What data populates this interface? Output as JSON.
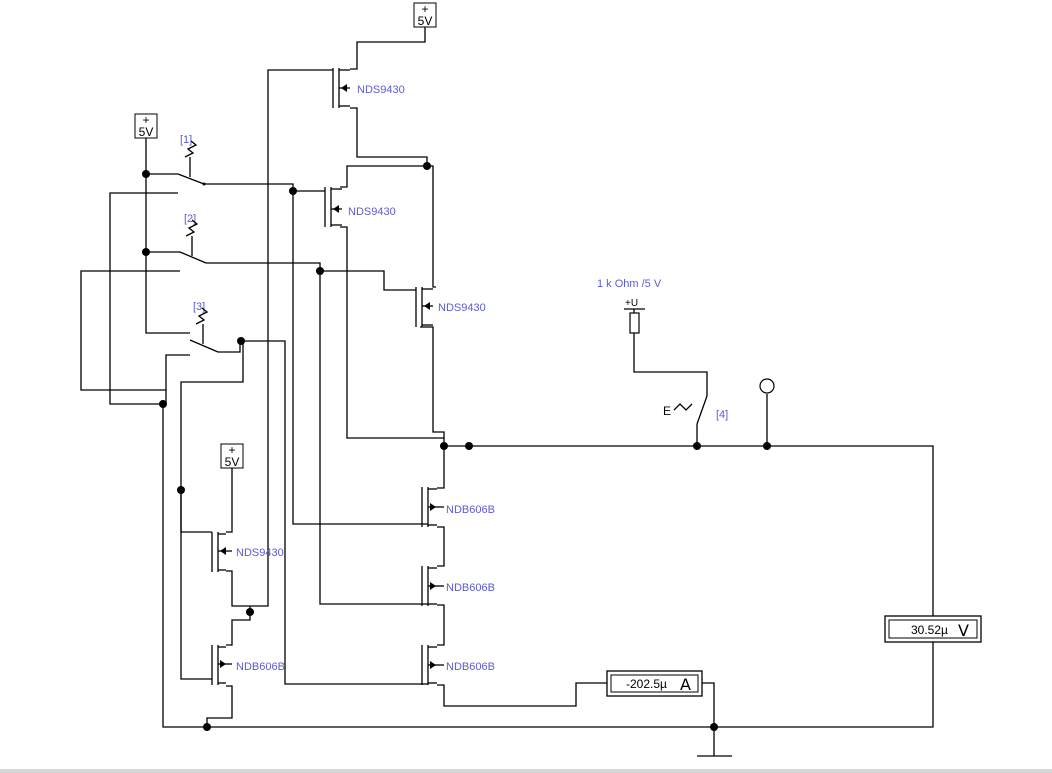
{
  "supply_label": "5V",
  "supply_plus": "+",
  "switches": [
    "[1]",
    "[2]",
    "[3]",
    "[4]"
  ],
  "switch4_key": "E",
  "load": {
    "label": "1 k Ohm /5 V",
    "plus": "+U"
  },
  "transistors": {
    "q1": "NDS9430",
    "q2": "NDS9430",
    "q3": "NDS9430",
    "q7": "NDS9430",
    "q4": "NDB606B",
    "q5": "NDB606B",
    "q6": "NDB606B",
    "q8": "NDB606B"
  },
  "voltmeter": {
    "value": "30.52µ",
    "unit": "V"
  },
  "ammeter": {
    "value": "-202.5µ",
    "unit": "A"
  },
  "colors": {
    "wire": "#000000",
    "label": "#5b5bd6",
    "background": "#ffffff"
  }
}
